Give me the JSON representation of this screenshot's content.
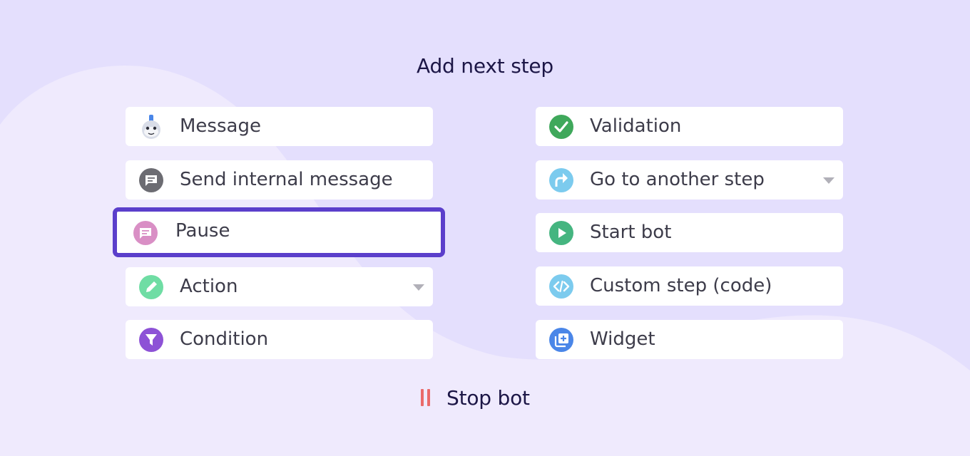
{
  "header": {
    "title": "Add next step"
  },
  "steps_left": [
    {
      "label": "Message",
      "icon": "bot-face-icon"
    },
    {
      "label": "Send internal message",
      "icon": "chat-bubble-icon"
    },
    {
      "label": "Pause",
      "icon": "chat-bubble-icon",
      "selected": true
    },
    {
      "label": "Action",
      "icon": "pencil-icon",
      "has_dropdown": true
    },
    {
      "label": "Condition",
      "icon": "funnel-icon"
    }
  ],
  "steps_right": [
    {
      "label": "Validation",
      "icon": "check-circle-icon"
    },
    {
      "label": "Go to another step",
      "icon": "branch-arrow-icon",
      "has_dropdown": true
    },
    {
      "label": "Start bot",
      "icon": "play-circle-icon"
    },
    {
      "label": "Custom step (code)",
      "icon": "code-icon"
    },
    {
      "label": "Widget",
      "icon": "widget-add-icon"
    }
  ],
  "footer": {
    "stop_label": "Stop bot",
    "stop_icon": "pause-bars-icon"
  },
  "colors": {
    "background": "#e4dffd",
    "wave": "#efeafd",
    "accent": "#5b3fcb",
    "stop_icon": "#ea6a6a",
    "internal_message_icon": "#6c6c72",
    "pause_icon": "#d98fc5",
    "action_icon": "#6fdda4",
    "condition_icon": "#8d52d6",
    "validation_icon": "#3fa85b",
    "goto_icon": "#7ccbee",
    "start_icon": "#45b580",
    "custom_icon": "#7ccbee",
    "widget_icon": "#4a86e8"
  }
}
